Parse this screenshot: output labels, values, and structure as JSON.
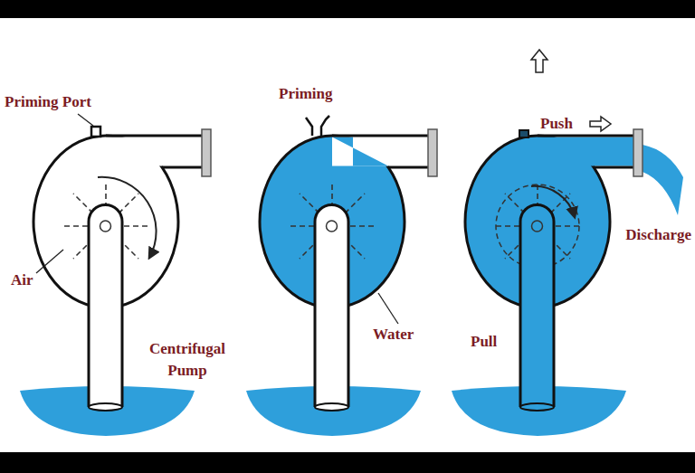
{
  "diagram": {
    "labels": [
      "Priming Port",
      "Air",
      "Centrifugal Pump",
      "Priming",
      "Water",
      "Pull",
      "Push",
      "Discharge"
    ]
  }
}
